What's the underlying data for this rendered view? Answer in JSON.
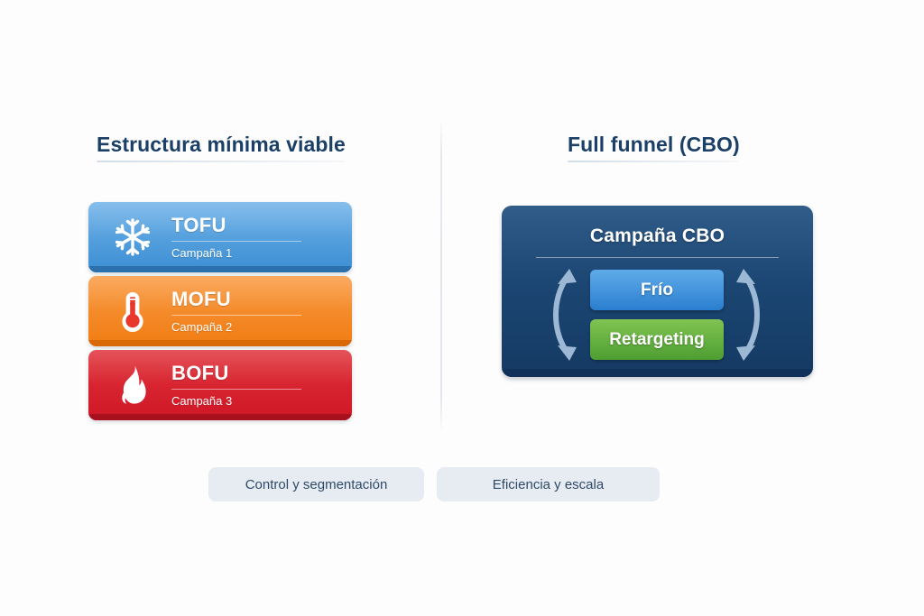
{
  "background_color": "#fdfdfd",
  "columns": {
    "left": {
      "title": "Estructura mínima viable",
      "stages": [
        {
          "name": "TOFU",
          "subtitle": "Campaña 1",
          "icon": "snowflake-icon",
          "color_top": "#6fb2e8",
          "color_bottom": "#3c8ed3"
        },
        {
          "name": "MOFU",
          "subtitle": "Campaña 2",
          "icon": "thermometer-icon",
          "color_top": "#f99a43",
          "color_bottom": "#f07c12"
        },
        {
          "name": "BOFU",
          "subtitle": "Campaña 3",
          "icon": "flame-icon",
          "color_top": "#e0323a",
          "color_bottom": "#cf1626"
        }
      ]
    },
    "right": {
      "title": "Full funnel (CBO)",
      "campaign_box": {
        "title": "Campaña CBO",
        "color_top": "#215080",
        "color_bottom": "#153a63",
        "inner_boxes": [
          {
            "label": "Frío",
            "color_top": "#5fabe9",
            "color_bottom": "#2b7fd0"
          },
          {
            "label": "Retargeting",
            "color_top": "#80c452",
            "color_bottom": "#4e9e32"
          }
        ],
        "arrows": {
          "left": "double-headed-curved-arrow-icon",
          "right": "double-headed-curved-arrow-icon",
          "color": "#9db8d4"
        }
      }
    }
  },
  "footer_tags": [
    {
      "label": "Control y segmentación",
      "background": "#e7ecf2",
      "text_color": "#2f4a68"
    },
    {
      "label": "Eficiencia y escala",
      "background": "#e7ecf2",
      "text_color": "#2f4a68"
    }
  ]
}
